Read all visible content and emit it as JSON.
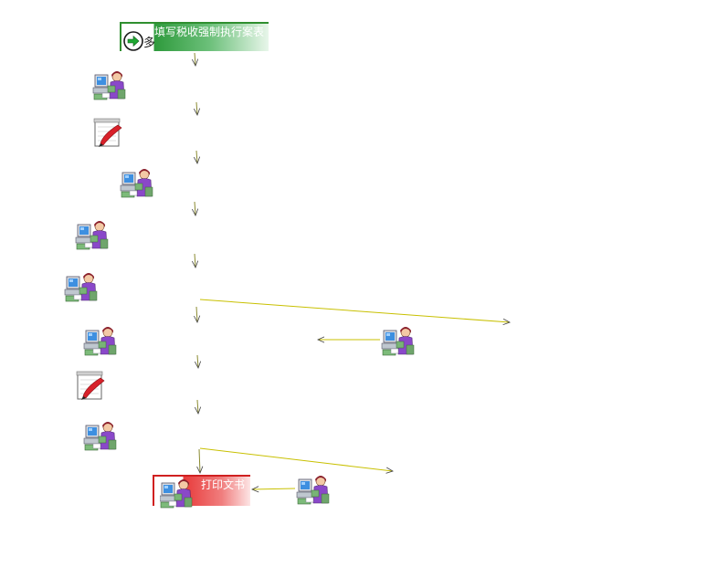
{
  "diagram": {
    "start_node": {
      "label": "填写税收强制执行案表",
      "icon": "green-arrow-go-icon",
      "fragment_text": "多",
      "color": "#2e9a3c"
    },
    "end_node": {
      "label": "打印文书",
      "icon": "operator-at-computer-icon",
      "color": "#e83a3a"
    },
    "steps": [
      {
        "icon": "operator-at-computer-icon"
      },
      {
        "icon": "notepad-pen-icon"
      },
      {
        "icon": "operator-at-computer-icon"
      },
      {
        "icon": "operator-at-computer-icon"
      },
      {
        "icon": "operator-at-computer-icon"
      },
      {
        "icon": "operator-at-computer-icon"
      },
      {
        "icon": "notepad-pen-icon"
      },
      {
        "icon": "operator-at-computer-icon"
      }
    ],
    "side_nodes": [
      {
        "icon": "operator-at-computer-icon"
      },
      {
        "icon": "operator-at-computer-icon"
      }
    ],
    "colors": {
      "connector": "#555555",
      "connector_highlight": "#d8d000"
    }
  }
}
